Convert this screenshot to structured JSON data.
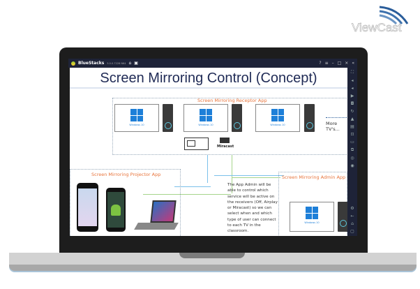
{
  "watermark": {
    "brand": "ViewCast"
  },
  "window": {
    "app_name": "BlueStacks",
    "version": "5.0.0.7228 N64"
  },
  "slide": {
    "title": "Screen Mirroring Control (Concept)",
    "receptor_label": "Screen Mirroring Receptor App",
    "projector_label": "Screen Mirroring Projector App",
    "admin_label": "Screen Mirroring Admin App",
    "windows_label": "Windows 10",
    "more_label": "More TV's...",
    "miracast_label": "Miracast",
    "note": "The App Admin will be able to control which service will be active on the receivers (Off, Airplay or Miracast) so we can select when and which type of user can connect to each TV in the classroom."
  },
  "colors": {
    "accent": "#e8743b",
    "windows_blue": "#1e7fd8",
    "titlebar": "#1e2338"
  }
}
